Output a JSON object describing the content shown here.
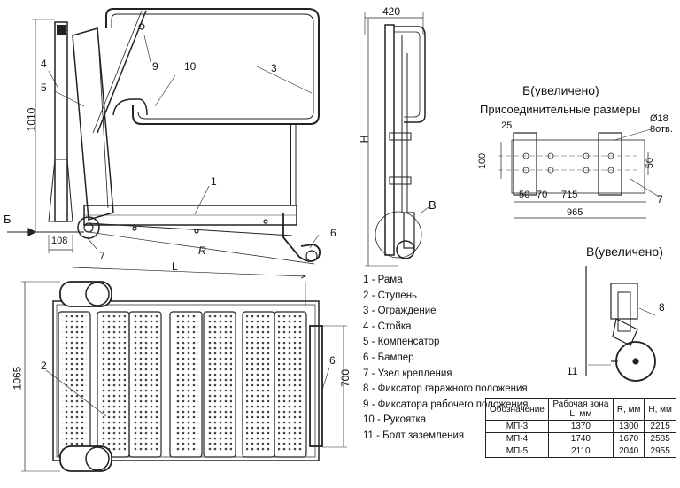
{
  "dims": {
    "d1010": "1010",
    "d108": "108",
    "dL": "L",
    "dR": "R",
    "d1065": "1065",
    "d700": "700",
    "d420": "420",
    "dH": "H",
    "d25": "25",
    "d100": "100",
    "d50a": "50",
    "d50b": "50",
    "d70": "70",
    "d715": "715",
    "d965": "965",
    "d18": "Ø18",
    "d8otv": "8отв."
  },
  "callouts": {
    "c1": "1",
    "c2": "2",
    "c3": "3",
    "c4": "4",
    "c5": "5",
    "c6a": "6",
    "c6b": "6",
    "c7a": "7",
    "c7b": "7",
    "c8": "8",
    "c9": "9",
    "c10": "10",
    "c11": "11",
    "arrowB1": "Б",
    "arrowB2": "В"
  },
  "views": {
    "b_title": "Б(увеличено)",
    "b_subtitle": "Присоединительные размеры",
    "v_title": "В(увеличено)"
  },
  "legend": [
    "1 - Рама",
    "2 - Ступень",
    "3 - Ограждение",
    "4 - Стойка",
    "5 - Компенсатор",
    "6 - Бампер",
    "7 - Узел крепления",
    "8 - Фиксатор гаражного положения",
    "9 - Фиксатора рабочего положения",
    "10 - Рукоятка",
    "11 - Болт заземления"
  ],
  "table": {
    "headers": [
      "Обозначение",
      "Рабочая зона L, мм",
      "R, мм",
      "H, мм"
    ],
    "rows": [
      [
        "МП-3",
        "1370",
        "1300",
        "2215"
      ],
      [
        "МП-4",
        "1740",
        "1670",
        "2585"
      ],
      [
        "МП-5",
        "2110",
        "2040",
        "2955"
      ]
    ]
  }
}
